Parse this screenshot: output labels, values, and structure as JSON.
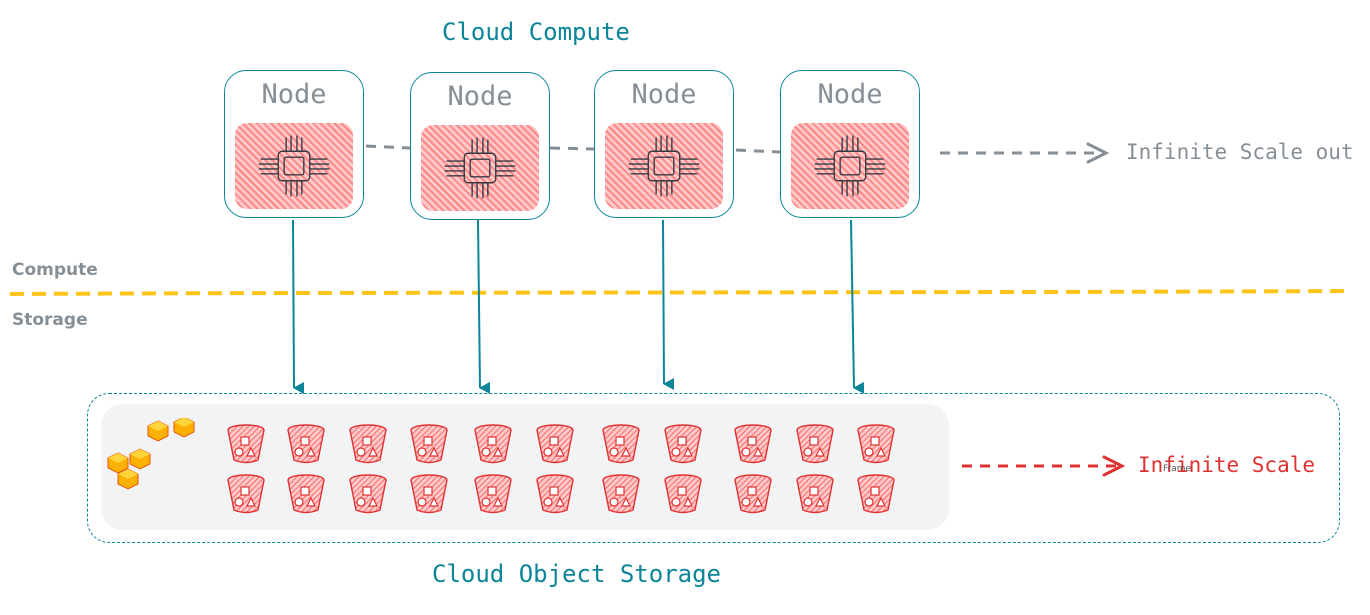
{
  "compute": {
    "title": "Cloud Compute",
    "nodes": [
      {
        "label": "Node"
      },
      {
        "label": "Node"
      },
      {
        "label": "Node"
      },
      {
        "label": "Node"
      }
    ],
    "scale_label": "Infinite Scale out"
  },
  "layers": {
    "compute_label": "Compute",
    "storage_label": "Storage"
  },
  "storage": {
    "title": "Cloud Object Storage",
    "scale_label": "Infinite Scale",
    "overlay_text": "Frame"
  },
  "colors": {
    "teal": "#0c8599",
    "gray": "#868e96",
    "red": "#e03131",
    "yellow": "#fcc419",
    "chip_fill": "#ff8787",
    "bucket_red": "#e03131",
    "cube_orange": "#fab005"
  },
  "icons": {
    "node_chip": "cpu-chip-icon",
    "bucket": "storage-bucket-icon",
    "cubes": "aws-cubes-icon"
  }
}
